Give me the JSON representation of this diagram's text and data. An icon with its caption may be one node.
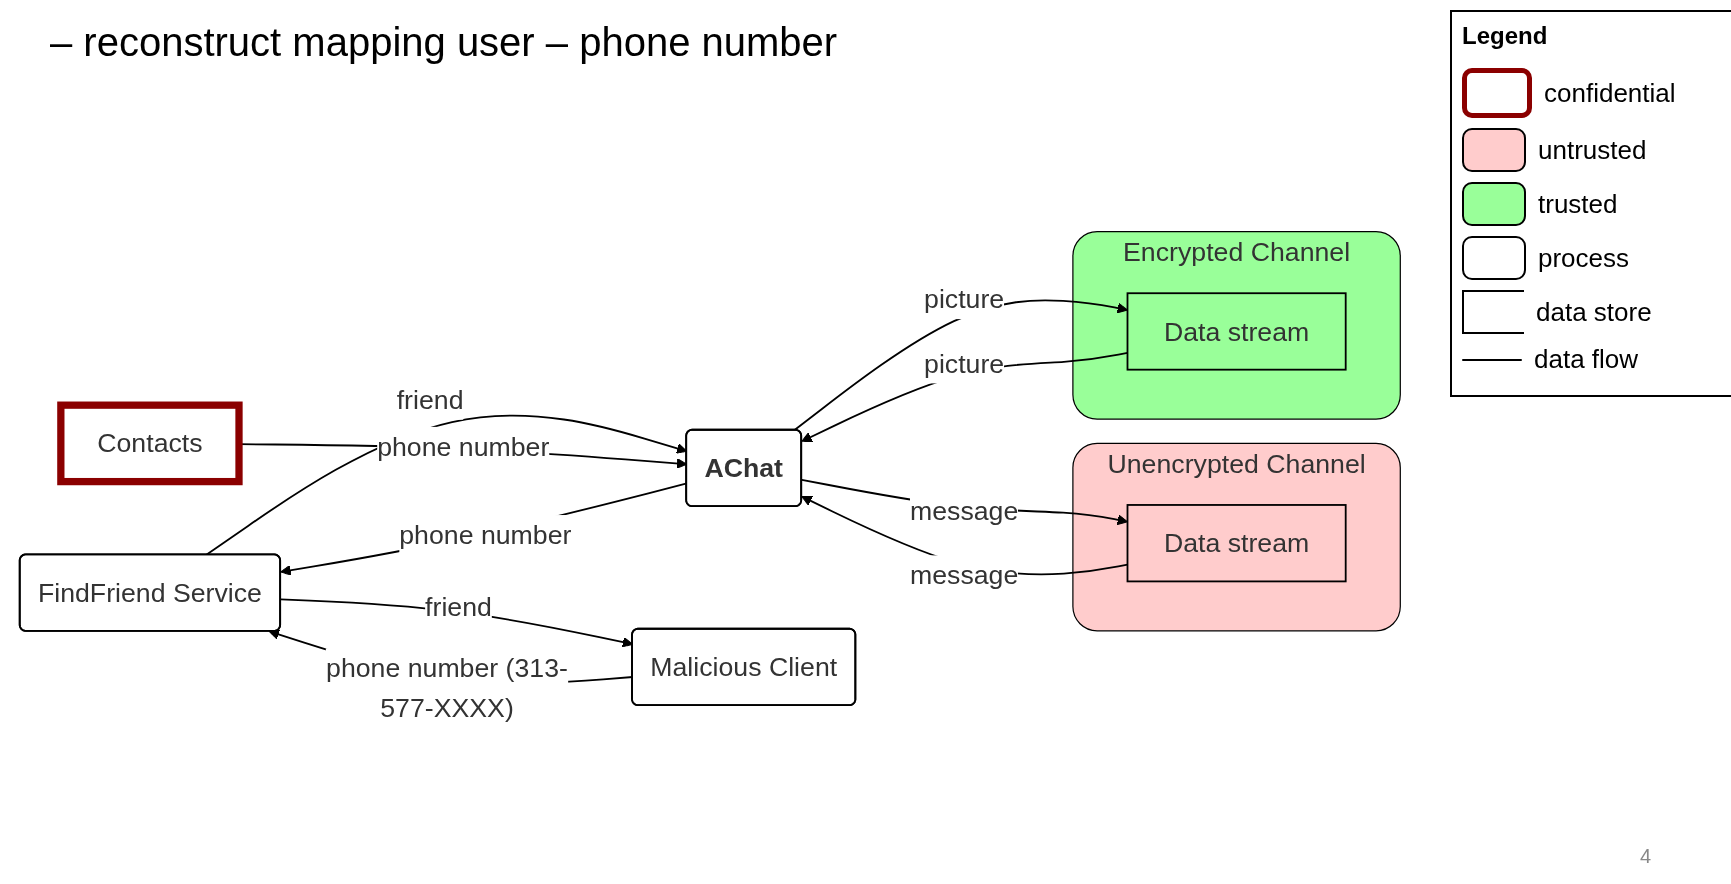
{
  "diagram": {
    "title": "– reconstruct mapping user – phone number",
    "nodes": [
      {
        "text": [
          "FindFriend Service"
        ]
      },
      {
        "text": [
          "AChat"
        ]
      },
      {
        "text": [
          "Unencrypted Channel"
        ]
      },
      {
        "text": [
          "Data stream"
        ],
        "in": 2
      },
      {
        "text": [
          "Malicious Client"
        ]
      },
      {
        "text": [
          "Contacts"
        ]
      },
      {
        "text": [
          "Encrypted Channel"
        ]
      },
      {
        "text": [
          "Data stream"
        ],
        "in": 6
      }
    ],
    "edges": [
      {
        "from": 0,
        "to": 1,
        "arrow": "to",
        "label": "friend"
      },
      {
        "from": 3,
        "to": 1,
        "arrow": "to",
        "label": "message"
      },
      {
        "from": 1,
        "to": 3,
        "arrow": "to",
        "label": "message"
      },
      {
        "from": 1,
        "to": 7,
        "arrow": "to",
        "label": "picture"
      },
      {
        "from": 7,
        "to": 1,
        "arrow": "to",
        "label": "picture"
      },
      {
        "from": 5,
        "to": 1,
        "arrow": "to",
        "label": "phone number"
      },
      {
        "from": 1,
        "to": 0,
        "arrow": "to",
        "label": "phone number"
      },
      {
        "from": 4,
        "to": 0,
        "arrow": "to",
        "label": "phone number (313-577-XXXX)"
      },
      {
        "from": 0,
        "to": 4,
        "arrow": "to",
        "label": "friend"
      }
    ],
    "labels": [
      "Legend",
      "4"
    ],
    "legend": [
      {
        "text": "confidential"
      },
      {
        "text": "untrusted",
        "color": "#ffcccc"
      },
      {
        "text": "trusted",
        "color": "#99ff99"
      },
      {
        "text": "process"
      },
      {
        "text": "data store"
      },
      {
        "text": "data flow"
      }
    ]
  }
}
